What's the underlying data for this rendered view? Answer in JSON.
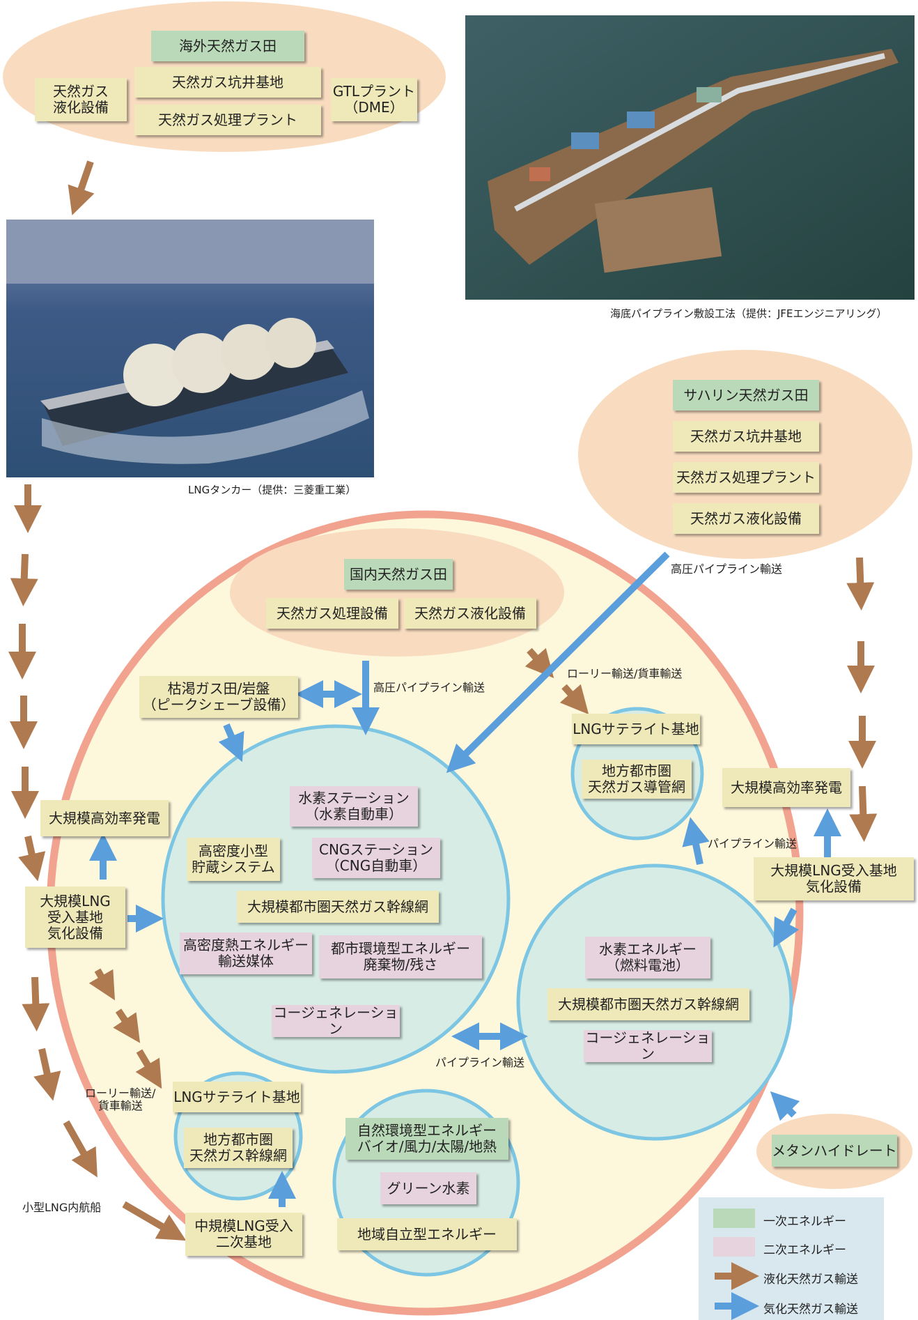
{
  "colors": {
    "primary_energy": "#b9d9b8",
    "secondary_energy": "#e7d3dd",
    "facility": "#efe8b8",
    "lng_transport": "#b07a50",
    "gas_transport": "#5a9edb",
    "outer_ring": "#f2a38f",
    "inner_circle": "#7cc6e3"
  },
  "overseas": {
    "field": "海外天然ガス田",
    "well": "天然ガス坑井基地",
    "processing": "天然ガス処理プラント",
    "liquefaction": "天然ガス\n液化設備",
    "gtl": "GTLプラント\n（DME）"
  },
  "photos": {
    "tanker_caption": "LNGタンカー（提供：三菱重工業）",
    "pipeline_caption": "海底パイプライン敷設工法（提供：JFEエンジニアリング）"
  },
  "sakhalin": {
    "field": "サハリン天然ガス田",
    "well": "天然ガス坑井基地",
    "processing": "天然ガス処理プラント",
    "liquefaction": "天然ガス液化設備"
  },
  "domestic": {
    "field": "国内天然ガス田",
    "processing": "天然ガス処理設備",
    "liquefaction": "天然ガス液化設備"
  },
  "storage": "枯渇ガス田/岩盤\n（ピークシェーブ設備）",
  "labels": {
    "high_pressure_pipeline_top": "高圧パイプライン輸送",
    "high_pressure_pipeline_mid": "高圧パイプライン輸送",
    "lorry_rail_top": "ローリー輸送/貨車輸送",
    "pipeline_right": "パイプライン輸送",
    "pipeline_bottom": "パイプライン輸送",
    "lorry_rail_left": "ローリー輸送/\n貨車輸送",
    "small_lng_ship": "小型LNG内航船"
  },
  "satellite_top_right": {
    "base": "LNGサテライト基地",
    "network": "地方都市圏\n天然ガス導管網"
  },
  "left_side": {
    "power": "大規模高効率発電",
    "terminal": "大規模LNG\n受入基地\n気化設備"
  },
  "right_side": {
    "power": "大規模高効率発電",
    "terminal": "大規模LNG受入基地\n気化設備"
  },
  "central_circle": {
    "hydrogen_station": "水素ステーション\n（水素自動車）",
    "storage_system": "高密度小型\n貯蔵システム",
    "cng_station": "CNGステーション\n（CNG自動車）",
    "trunk_network": "大規模都市圏天然ガス幹線網",
    "heat_media": "高密度熱エネルギー\n輸送媒体",
    "urban_energy": "都市環境型エネルギー\n廃棄物/残さ",
    "cogeneration": "コージェネレーション"
  },
  "right_circle": {
    "hydrogen_energy": "水素エネルギー\n（燃料電池）",
    "trunk_network": "大規模都市圏天然ガス幹線網",
    "cogeneration": "コージェネレーション"
  },
  "methane_hydrate": "メタンハイドレート",
  "satellite_bottom_left": {
    "base": "LNGサテライト基地",
    "network": "地方都市圏\n天然ガス幹線網"
  },
  "medium_terminal": "中規模LNG受入\n二次基地",
  "bottom_circle": {
    "natural_energy": "自然環境型エネルギー\nバイオ/風力/太陽/地熱",
    "green_hydrogen": "グリーン水素",
    "local_energy": "地域自立型エネルギー"
  },
  "legend": {
    "primary": "一次エネルギー",
    "secondary": "二次エネルギー",
    "lng_transport": "液化天然ガス輸送",
    "gas_transport": "気化天然ガス輸送"
  }
}
